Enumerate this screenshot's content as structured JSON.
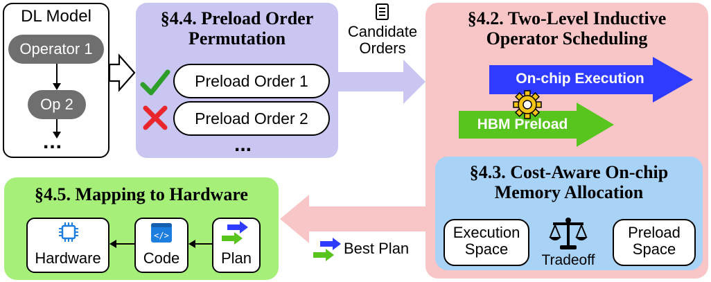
{
  "dl_model": {
    "title": "DL Model",
    "op1": "Operator 1",
    "op2": "Op 2",
    "ellipsis": "..."
  },
  "preload": {
    "title_line1": "§4.4. Preload Order",
    "title_line2": "Permutation",
    "order1": "Preload Order 1",
    "order2": "Preload Order 2",
    "ellipsis": "...",
    "check_color": "#2e9e2a",
    "cross_color": "#e8262b"
  },
  "candidate": {
    "line1": "Candidate",
    "line2": "Orders"
  },
  "scheduling": {
    "title_line1": "§4.2. Two-Level Inductive",
    "title_line2": "Operator Scheduling",
    "onchip": "On-chip Execution",
    "hbm": "HBM Preload",
    "onchip_color": "#2f3bff",
    "hbm_color": "#57c51e"
  },
  "memory": {
    "title_line1": "§4.3. Cost-Aware On-chip",
    "title_line2": "Memory Allocation",
    "exec_line1": "Execution",
    "exec_line2": "Space",
    "preload_line1": "Preload",
    "preload_line2": "Space",
    "tradeoff": "Tradeoff"
  },
  "mapping": {
    "title": "§4.5. Mapping to Hardware",
    "hardware": "Hardware",
    "code": "Code",
    "plan": "Plan"
  },
  "best_plan": "Best Plan"
}
